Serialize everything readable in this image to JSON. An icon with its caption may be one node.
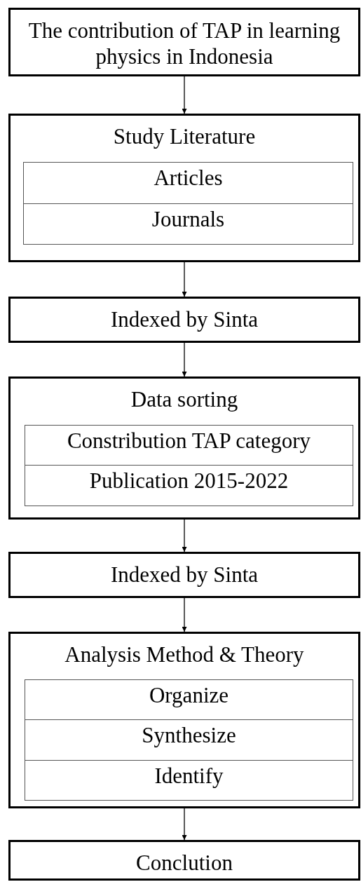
{
  "diagram": {
    "nodes": [
      {
        "text": [
          "The contribution of TAP in learning physics in Indonesia"
        ]
      },
      {
        "text": [
          "Study Literature"
        ]
      },
      {
        "text": [
          "Articles"
        ],
        "in": 1
      },
      {
        "text": [
          "Journals"
        ],
        "in": 1
      },
      {
        "text": [
          "Indexed by Sinta"
        ]
      },
      {
        "text": [
          "Data sorting"
        ]
      },
      {
        "text": [
          "Constribution TAP category"
        ],
        "in": 5
      },
      {
        "text": [
          "Publication 2015-2022"
        ],
        "in": 5
      },
      {
        "text": [
          "Indexed by Sinta"
        ]
      },
      {
        "text": [
          "Analysis Method & Theory"
        ]
      },
      {
        "text": [
          "Organize"
        ],
        "in": 9
      },
      {
        "text": [
          "Synthesize"
        ],
        "in": 9
      },
      {
        "text": [
          "Identify"
        ],
        "in": 9
      },
      {
        "text": [
          "Conclution"
        ]
      }
    ],
    "edges": [
      {
        "from": 0,
        "to": 1,
        "arrow": "to"
      },
      {
        "from": 1,
        "to": 4,
        "arrow": "to"
      },
      {
        "from": 4,
        "to": 5,
        "arrow": "to"
      },
      {
        "from": 5,
        "to": 8,
        "arrow": "to"
      },
      {
        "from": 8,
        "to": 9,
        "arrow": "to"
      },
      {
        "from": 9,
        "to": 13,
        "arrow": "to"
      }
    ]
  }
}
